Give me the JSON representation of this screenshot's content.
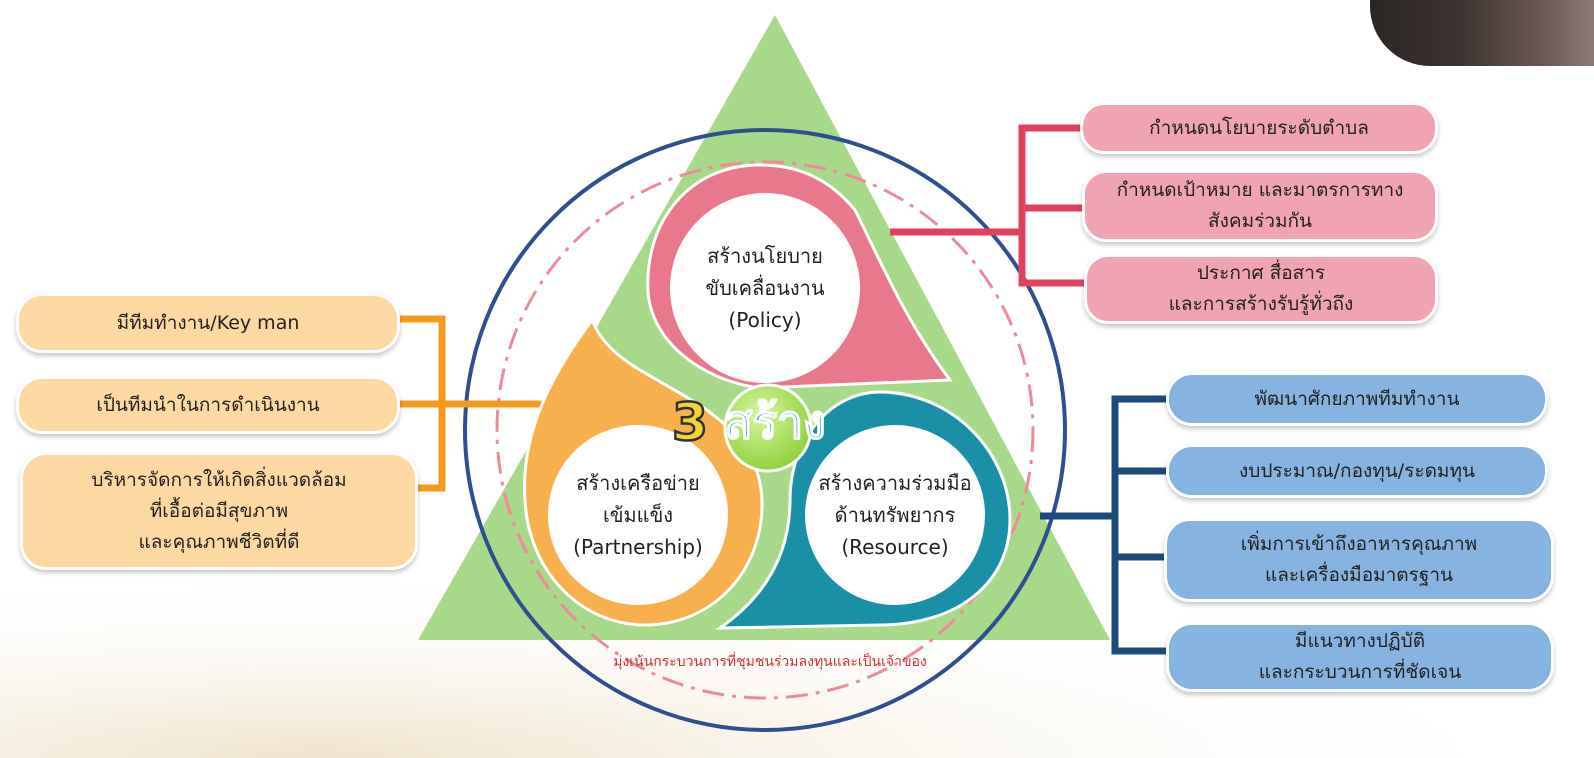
{
  "center": {
    "number": "3",
    "word": "สร้าง"
  },
  "policy": {
    "line1": "สร้างนโยบาย",
    "line2": "ขับเคลื่อนงาน",
    "line3": "(Policy)",
    "color": "#e8788c"
  },
  "partnership": {
    "line1": "สร้างเครือข่าย",
    "line2": "เข้มแข็ง",
    "line3": "(Partnership)",
    "color": "#f6b04e"
  },
  "resource": {
    "line1": "สร้างความร่วมมือ",
    "line2": "ด้านทรัพยากร",
    "line3": "(Resource)",
    "color": "#1a8fa6"
  },
  "bottom_caption": "มุ่งเน้นกระบวนการที่ชุมชนร่วมลงทุนและเป็นเจ้าของ",
  "left_items": [
    "มีทีมทำงาน/Key man",
    "เป็นทีมนำในการดำเนินงาน",
    "บริหารจัดการให้เกิดสิ่งแวดล้อม\nที่เอื้อต่อมีสุขภาพ\nและคุณภาพชีวิตที่ดี"
  ],
  "right_top_items": [
    "กำหนดนโยบายระดับตำบล",
    "กำหนดเป้าหมาย และมาตรการทาง\nสังคมร่วมกัน",
    "ประกาศ สื่อสาร\nและการสร้างรับรู้ทั่วถึง"
  ],
  "right_bottom_items": [
    "พัฒนาศักยภาพทีมทำงาน",
    "งบประมาณ/กองทุน/ระดมทุน",
    "เพิ่มการเข้าถึงอาหารคุณภาพ\nและเครื่องมือมาตรฐาน",
    "มีแนวทางปฏิบัติ\nและกระบวนการที่ชัดเจน"
  ],
  "colors": {
    "triangle": "#a8d88a",
    "circle_outline": "#2f4f8f",
    "dash_circle": "#f08a9a",
    "center_ball": "#a8e05a",
    "orange_connector": "#f39a1e",
    "pink_connector": "#e0415f",
    "blue_connector": "#1d4a7a"
  }
}
